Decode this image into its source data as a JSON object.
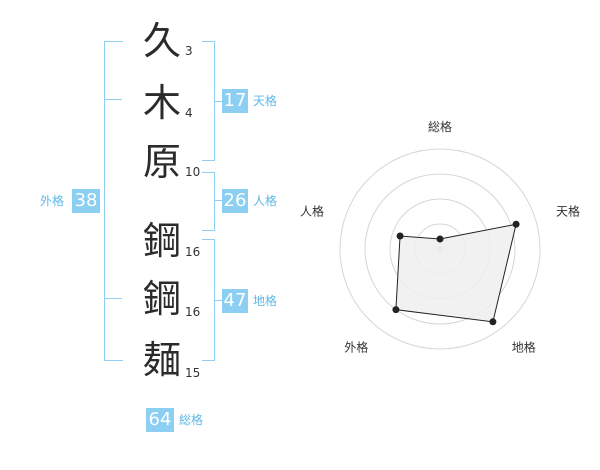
{
  "name_chars": [
    {
      "char": "久",
      "strokes": "3"
    },
    {
      "char": "木",
      "strokes": "4"
    },
    {
      "char": "原",
      "strokes": "10"
    },
    {
      "char": "鋼",
      "strokes": "16"
    },
    {
      "char": "鋼",
      "strokes": "16"
    },
    {
      "char": "麺",
      "strokes": "15"
    }
  ],
  "fortune": {
    "tenkaku": {
      "label": "天格",
      "value": "17"
    },
    "jinkaku": {
      "label": "人格",
      "value": "26"
    },
    "chikaku": {
      "label": "地格",
      "value": "47"
    },
    "gaikaku": {
      "label": "外格",
      "value": "38"
    },
    "soukaku": {
      "label": "総格",
      "value": "64"
    }
  },
  "chart_data": {
    "type": "radar",
    "axes": [
      "総格",
      "天格",
      "地格",
      "外格",
      "人格"
    ],
    "values": [
      0.1,
      0.8,
      0.9,
      0.75,
      0.42
    ],
    "range": [
      0,
      1
    ],
    "rings": 4,
    "colors": {
      "fill": "#efefef",
      "line": "#222222",
      "grid": "#d6d6d6",
      "center": "#cccccc"
    }
  },
  "colors": {
    "accent": "#8ccff3",
    "label": "#5fb8e6"
  }
}
